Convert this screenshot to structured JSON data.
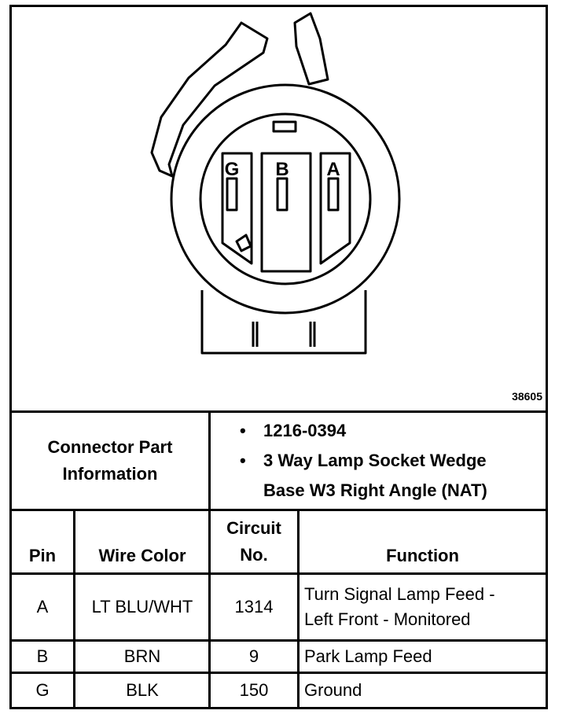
{
  "figure_number": "38605",
  "diagram_pins": [
    "G",
    "B",
    "A"
  ],
  "connector_info": {
    "label_line1": "Connector Part",
    "label_line2": "Information",
    "items": [
      {
        "bullet": "•",
        "line1": "1216-0394",
        "line2": ""
      },
      {
        "bullet": "•",
        "line1": "3 Way Lamp Socket Wedge",
        "line2": "Base W3 Right Angle (NAT)"
      }
    ]
  },
  "table": {
    "headers": {
      "pin": "Pin",
      "wire_color": "Wire Color",
      "circuit_line1": "Circuit",
      "circuit_line2": "No.",
      "function": "Function"
    },
    "rows": [
      {
        "pin": "A",
        "wire_color": "LT BLU/WHT",
        "circuit": "1314",
        "function_line1": "Turn Signal Lamp Feed -",
        "function_line2": "Left Front - Monitored"
      },
      {
        "pin": "B",
        "wire_color": "BRN",
        "circuit": "9",
        "function_line1": "Park Lamp Feed",
        "function_line2": ""
      },
      {
        "pin": "G",
        "wire_color": "BLK",
        "circuit": "150",
        "function_line1": "Ground",
        "function_line2": ""
      }
    ]
  }
}
